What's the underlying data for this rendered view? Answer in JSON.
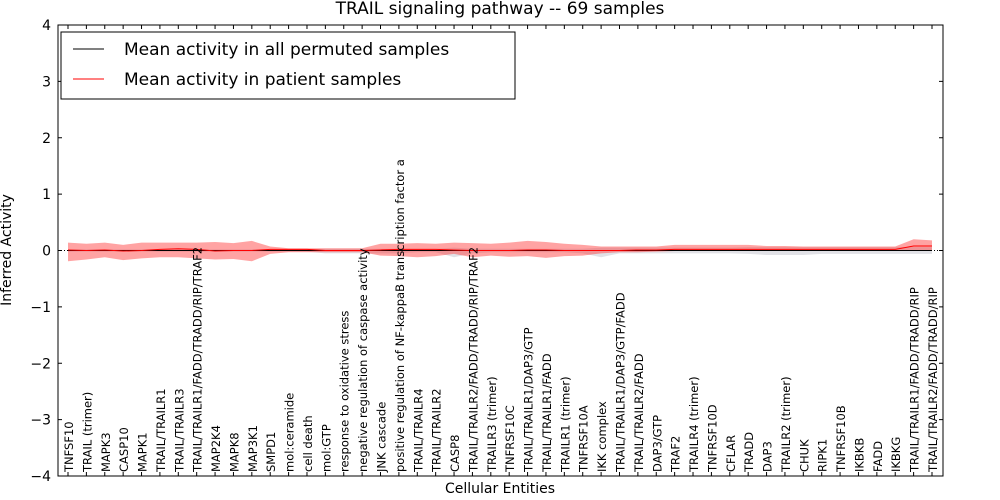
{
  "chart_data": {
    "type": "line",
    "title": "TRAIL signaling pathway -- 69 samples",
    "xlabel": "Cellular Entities",
    "ylabel": "Inferred Activity",
    "ylim": [
      -4,
      4
    ],
    "yticks": [
      -4,
      -3,
      -2,
      -1,
      0,
      1,
      2,
      3,
      4
    ],
    "ytick_labels": [
      "−4",
      "−3",
      "−2",
      "−1",
      "0",
      "1",
      "2",
      "3",
      "4"
    ],
    "grid": false,
    "legend_position": "top-left",
    "categories": [
      "TNFSF10",
      "TRAIL (trimer)",
      "MAPK3",
      "CASP10",
      "MAPK1",
      "TRAIL/TRAILR1",
      "TRAIL/TRAILR3",
      "TRAIL/TRAILR1/FADD/TRADD/RIP/TRAF2",
      "MAP2K4",
      "MAPK8",
      "MAP3K1",
      "SMPD1",
      "mol:ceramide",
      "cell death",
      "mol:GTP",
      "response to oxidative stress",
      "negative regulation of caspase activity",
      "JNK cascade",
      "positive regulation of NF-kappaB transcription factor a",
      "TRAIL/TRAILR4",
      "TRAIL/TRAILR2",
      "CASP8",
      "TRAIL/TRAILR2/FADD/TRADD/RIP/TRAF2",
      "TRAILR3 (trimer)",
      "TNFRSF10C",
      "TRAIL/TRAILR1/DAP3/GTP",
      "TRAIL/TRAILR1/FADD",
      "TRAILR1 (trimer)",
      "TNFRSF10A",
      "IKK complex",
      "TRAIL/TRAILR1/DAP3/GTP/FADD",
      "TRAIL/TRAILR2/FADD",
      "DAP3/GTP",
      "TRAF2",
      "TRAILR4 (trimer)",
      "TNFRSF10D",
      "CFLAR",
      "TRADD",
      "DAP3",
      "TRAILR2 (trimer)",
      "CHUK",
      "RIPK1",
      "TNFRSF10B",
      "IKBKB",
      "FADD",
      "IKBKG",
      "TRAIL/TRAILR1/FADD/TRADD/RIP",
      "TRAIL/TRAILR2/FADD/TRADD/RIP"
    ],
    "series": [
      {
        "name": "Mean activity in all permuted samples",
        "color": "#000000",
        "values": [
          0.0,
          0.0,
          0.0,
          0.0,
          0.0,
          0.0,
          0.0,
          0.0,
          0.0,
          0.0,
          0.0,
          0.0,
          0.0,
          0.0,
          0.0,
          0.0,
          0.0,
          0.0,
          0.0,
          0.0,
          0.0,
          0.0,
          0.0,
          0.0,
          0.0,
          0.0,
          0.0,
          0.0,
          0.0,
          0.0,
          0.0,
          0.0,
          0.0,
          0.0,
          0.0,
          0.0,
          0.0,
          0.0,
          0.0,
          0.0,
          0.0,
          0.0,
          0.0,
          0.0,
          0.0,
          0.0,
          0.0,
          0.0
        ],
        "band_low": [
          -0.02,
          -0.02,
          -0.02,
          -0.02,
          -0.02,
          -0.02,
          -0.02,
          -0.02,
          -0.02,
          -0.02,
          -0.02,
          -0.02,
          -0.02,
          -0.02,
          -0.05,
          -0.05,
          -0.05,
          -0.05,
          -0.05,
          -0.03,
          -0.03,
          -0.12,
          -0.05,
          -0.03,
          -0.03,
          -0.03,
          -0.03,
          -0.03,
          -0.05,
          -0.12,
          -0.05,
          -0.05,
          -0.05,
          -0.05,
          -0.05,
          -0.05,
          -0.05,
          -0.06,
          -0.08,
          -0.08,
          -0.08,
          -0.06,
          -0.06,
          -0.06,
          -0.06,
          -0.06,
          -0.06,
          -0.06
        ],
        "band_high": [
          0.02,
          0.02,
          0.02,
          0.02,
          0.02,
          0.02,
          0.02,
          0.02,
          0.02,
          0.02,
          0.02,
          0.02,
          0.02,
          0.02,
          0.03,
          0.03,
          0.03,
          0.03,
          0.03,
          0.03,
          0.03,
          0.05,
          0.03,
          0.03,
          0.03,
          0.03,
          0.03,
          0.03,
          0.03,
          0.05,
          0.05,
          0.05,
          0.05,
          0.05,
          0.05,
          0.05,
          0.05,
          0.06,
          0.06,
          0.06,
          0.06,
          0.06,
          0.06,
          0.06,
          0.06,
          0.06,
          0.06,
          0.06
        ]
      },
      {
        "name": "Mean activity in patient samples",
        "color": "#ff0000",
        "values": [
          0.01,
          0.0,
          0.01,
          -0.01,
          0.0,
          0.02,
          0.03,
          0.02,
          -0.01,
          0.0,
          0.0,
          0.02,
          0.02,
          0.02,
          0.0,
          0.0,
          0.0,
          0.01,
          0.02,
          0.02,
          0.02,
          0.01,
          0.0,
          0.0,
          0.0,
          0.01,
          0.01,
          0.0,
          0.0,
          0.0,
          0.0,
          0.01,
          0.01,
          0.02,
          0.02,
          0.02,
          0.02,
          0.02,
          0.02,
          0.02,
          0.02,
          0.02,
          0.02,
          0.02,
          0.02,
          0.02,
          0.08,
          0.08
        ],
        "band_low": [
          -0.19,
          -0.16,
          -0.12,
          -0.17,
          -0.14,
          -0.12,
          -0.12,
          -0.14,
          -0.16,
          -0.15,
          -0.19,
          -0.06,
          -0.03,
          -0.03,
          -0.03,
          -0.03,
          -0.03,
          -0.09,
          -0.1,
          -0.12,
          -0.1,
          -0.06,
          -0.12,
          -0.09,
          -0.11,
          -0.1,
          -0.13,
          -0.1,
          -0.09,
          -0.05,
          -0.03,
          -0.03,
          -0.02,
          -0.01,
          -0.01,
          -0.01,
          -0.01,
          -0.01,
          -0.01,
          -0.01,
          -0.01,
          -0.01,
          -0.01,
          -0.01,
          -0.01,
          -0.01,
          -0.01,
          -0.01
        ],
        "band_high": [
          0.14,
          0.12,
          0.14,
          0.1,
          0.14,
          0.14,
          0.14,
          0.14,
          0.15,
          0.13,
          0.17,
          0.07,
          0.04,
          0.04,
          0.04,
          0.04,
          0.04,
          0.12,
          0.12,
          0.13,
          0.12,
          0.14,
          0.13,
          0.12,
          0.14,
          0.17,
          0.15,
          0.12,
          0.1,
          0.07,
          0.07,
          0.07,
          0.07,
          0.1,
          0.1,
          0.1,
          0.1,
          0.1,
          0.08,
          0.08,
          0.07,
          0.07,
          0.07,
          0.07,
          0.07,
          0.07,
          0.2,
          0.18
        ]
      }
    ]
  }
}
